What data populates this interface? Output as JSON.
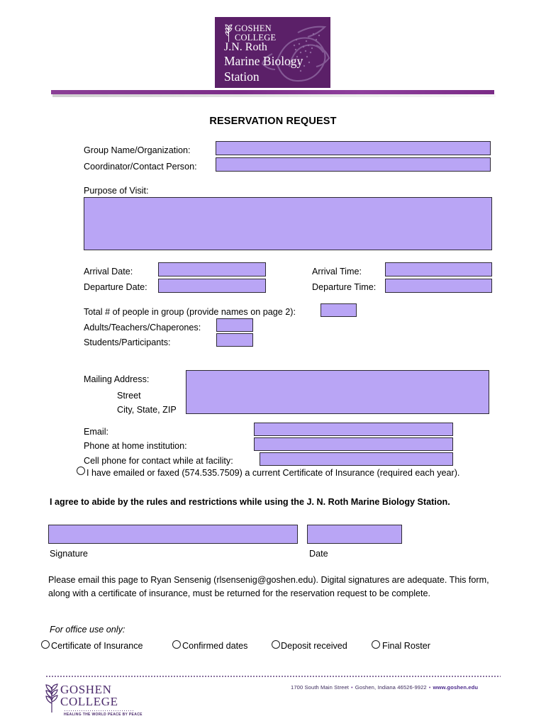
{
  "header": {
    "logo": {
      "college_line1": "GOSHEN",
      "college_line2": "COLLEGE",
      "station_line1": "J.N. Roth",
      "station_line2": "Marine Biology Station",
      "background_color": "#5b2068",
      "fish_icon": "angelfish-icon"
    },
    "rule_color": "#7b2d88"
  },
  "title": "RESERVATION REQUEST",
  "form": {
    "group_name_label": "Group Name/Organization:",
    "coordinator_label": "Coordinator/Contact Person:",
    "purpose_label": "Purpose of Visit:",
    "arrival_date_label": "Arrival Date:",
    "departure_date_label": "Departure Date:",
    "arrival_time_label": "Arrival Time:",
    "departure_time_label": "Departure Time:",
    "total_people_label": "Total # of people in group (provide names on page 2):",
    "adults_label": "Adults/Teachers/Chaperones:",
    "students_label": "Students/Participants:",
    "mailing_address_label": "Mailing Address:",
    "street_label": "Street",
    "city_state_zip_label": "City, State, ZIP",
    "email_label": "Email:",
    "phone_label": "Phone at home institution:",
    "cell_label": "Cell phone for contact while at facility:",
    "insurance_statement": "I have emailed or faxed (574.535.7509) a current Certificate of Insurance (required each year).",
    "values": {
      "group_name": "",
      "coordinator": "",
      "purpose": "",
      "arrival_date": "",
      "departure_date": "",
      "arrival_time": "",
      "departure_time": "",
      "total_people": "",
      "adults": "",
      "students": "",
      "mailing_address": "",
      "email": "",
      "phone": "",
      "cell": "",
      "signature": "",
      "date": ""
    },
    "field_color": "#b9a5f5"
  },
  "agreement": {
    "statement": "I agree to abide by the rules and restrictions while using the J. N. Roth Marine Biology Station.",
    "signature_label": "Signature",
    "date_label": "Date"
  },
  "instructions": {
    "line1": "Please email this page to Ryan Sensenig (rlsensenig@goshen.edu).  Digital signatures are adequate. This form,",
    "line2": "along with a certificate of insurance, must be returned for the reservation request to be complete."
  },
  "office_use": {
    "heading": "For office use only:",
    "options": [
      {
        "label": "Certificate of Insurance"
      },
      {
        "label": "Confirmed dates"
      },
      {
        "label": "Deposit received"
      },
      {
        "label": "Final Roster"
      }
    ]
  },
  "footer": {
    "logo_line1": "GOSHEN",
    "logo_line2": "COLLEGE",
    "tagline": "HEALING THE WORLD PEACE BY PEACE",
    "address": "1700 South Main Street",
    "city": "Goshen, Indiana 46526-9922",
    "website": "www.goshen.edu",
    "separator": "•"
  }
}
